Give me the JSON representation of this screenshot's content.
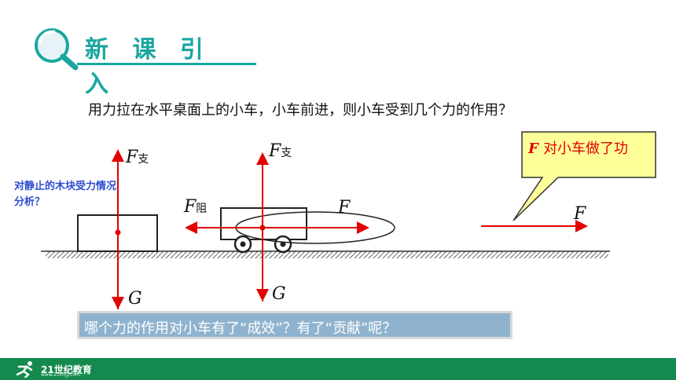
{
  "header": {
    "title": "新 课 引 入"
  },
  "question": "用力拉在水平桌面上的小车，小车前进，则小车受到几个力的作用？",
  "side_note": "对静止的木块受力情况分析？",
  "callout": {
    "f": "F",
    "text": "对小车做了功"
  },
  "labels": {
    "f_support_1": "F",
    "sub_support_1": "支",
    "f_support_2": "F",
    "sub_support_2": "支",
    "f_resist": "F",
    "sub_resist": "阻",
    "f_pull": "F",
    "f_right": "F",
    "g_1": "G",
    "g_2": "G"
  },
  "bottom_question": "哪个力的作用对小车有了“成效”？有了“贡献”呢？",
  "footer": {
    "brand": "21世纪教育",
    "url": "www.21cnjy.com"
  },
  "colors": {
    "accent": "#1aa6a0",
    "arrow": "#e20000",
    "callout_fill": "#ffff99",
    "footer": "#158a4e"
  }
}
